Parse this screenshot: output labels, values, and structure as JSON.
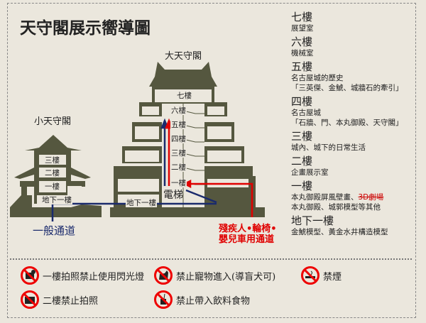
{
  "title": "天守閣展示嚮導圖",
  "diagram": {
    "large_tower": {
      "name": "大天守閣",
      "floors": [
        "七樓",
        "六樓",
        "五樓",
        "四樓",
        "三樓",
        "二樓",
        "一樓"
      ],
      "basement": "地下一樓",
      "elevator": "電梯"
    },
    "small_tower": {
      "name": "小天守閣",
      "floors": [
        "三樓",
        "二樓",
        "一樓"
      ],
      "basement": "地下一樓"
    },
    "general_route": "一般通道",
    "accessible_route": [
      "殘疾人•輪椅•",
      "嬰兒車用通道"
    ],
    "colors": {
      "general": "#1a2a6c",
      "accessible": "#e00000",
      "building": "#55573f"
    }
  },
  "legend": [
    {
      "floor": "七樓",
      "desc": [
        "展望室"
      ]
    },
    {
      "floor": "六樓",
      "desc": [
        "機械室"
      ]
    },
    {
      "floor": "五樓",
      "desc": [
        "名古屋城的歷史",
        "「三英傑、金鯱、城牆石的牽引」"
      ]
    },
    {
      "floor": "四樓",
      "desc": [
        "名古屋城",
        "「石牆、門、本丸御殿、天守閣」"
      ]
    },
    {
      "floor": "三樓",
      "desc": [
        "城內、城下的日常生活"
      ]
    },
    {
      "floor": "二樓",
      "desc": [
        "企畫展示室"
      ]
    },
    {
      "floor": "一樓",
      "desc": [
        "本丸御殿屏風壁畫、",
        "本丸御殿、城郭模型等其他"
      ],
      "struck": "3D劇場"
    },
    {
      "floor": "地下一樓",
      "desc": [
        "金鯱模型、黃金水井構造模型"
      ]
    }
  ],
  "rules": [
    {
      "icon": "no-flash-icon",
      "text": "一樓拍照禁止使用閃光燈"
    },
    {
      "icon": "no-pets-icon",
      "text": "禁止寵物進入(導盲犬可)"
    },
    {
      "icon": "no-smoking-icon",
      "text": "禁煙"
    },
    {
      "icon": "no-photo-icon",
      "text": "二樓禁止拍照"
    },
    {
      "icon": "no-food-icon",
      "text": "禁止帶入飲料食物"
    }
  ]
}
